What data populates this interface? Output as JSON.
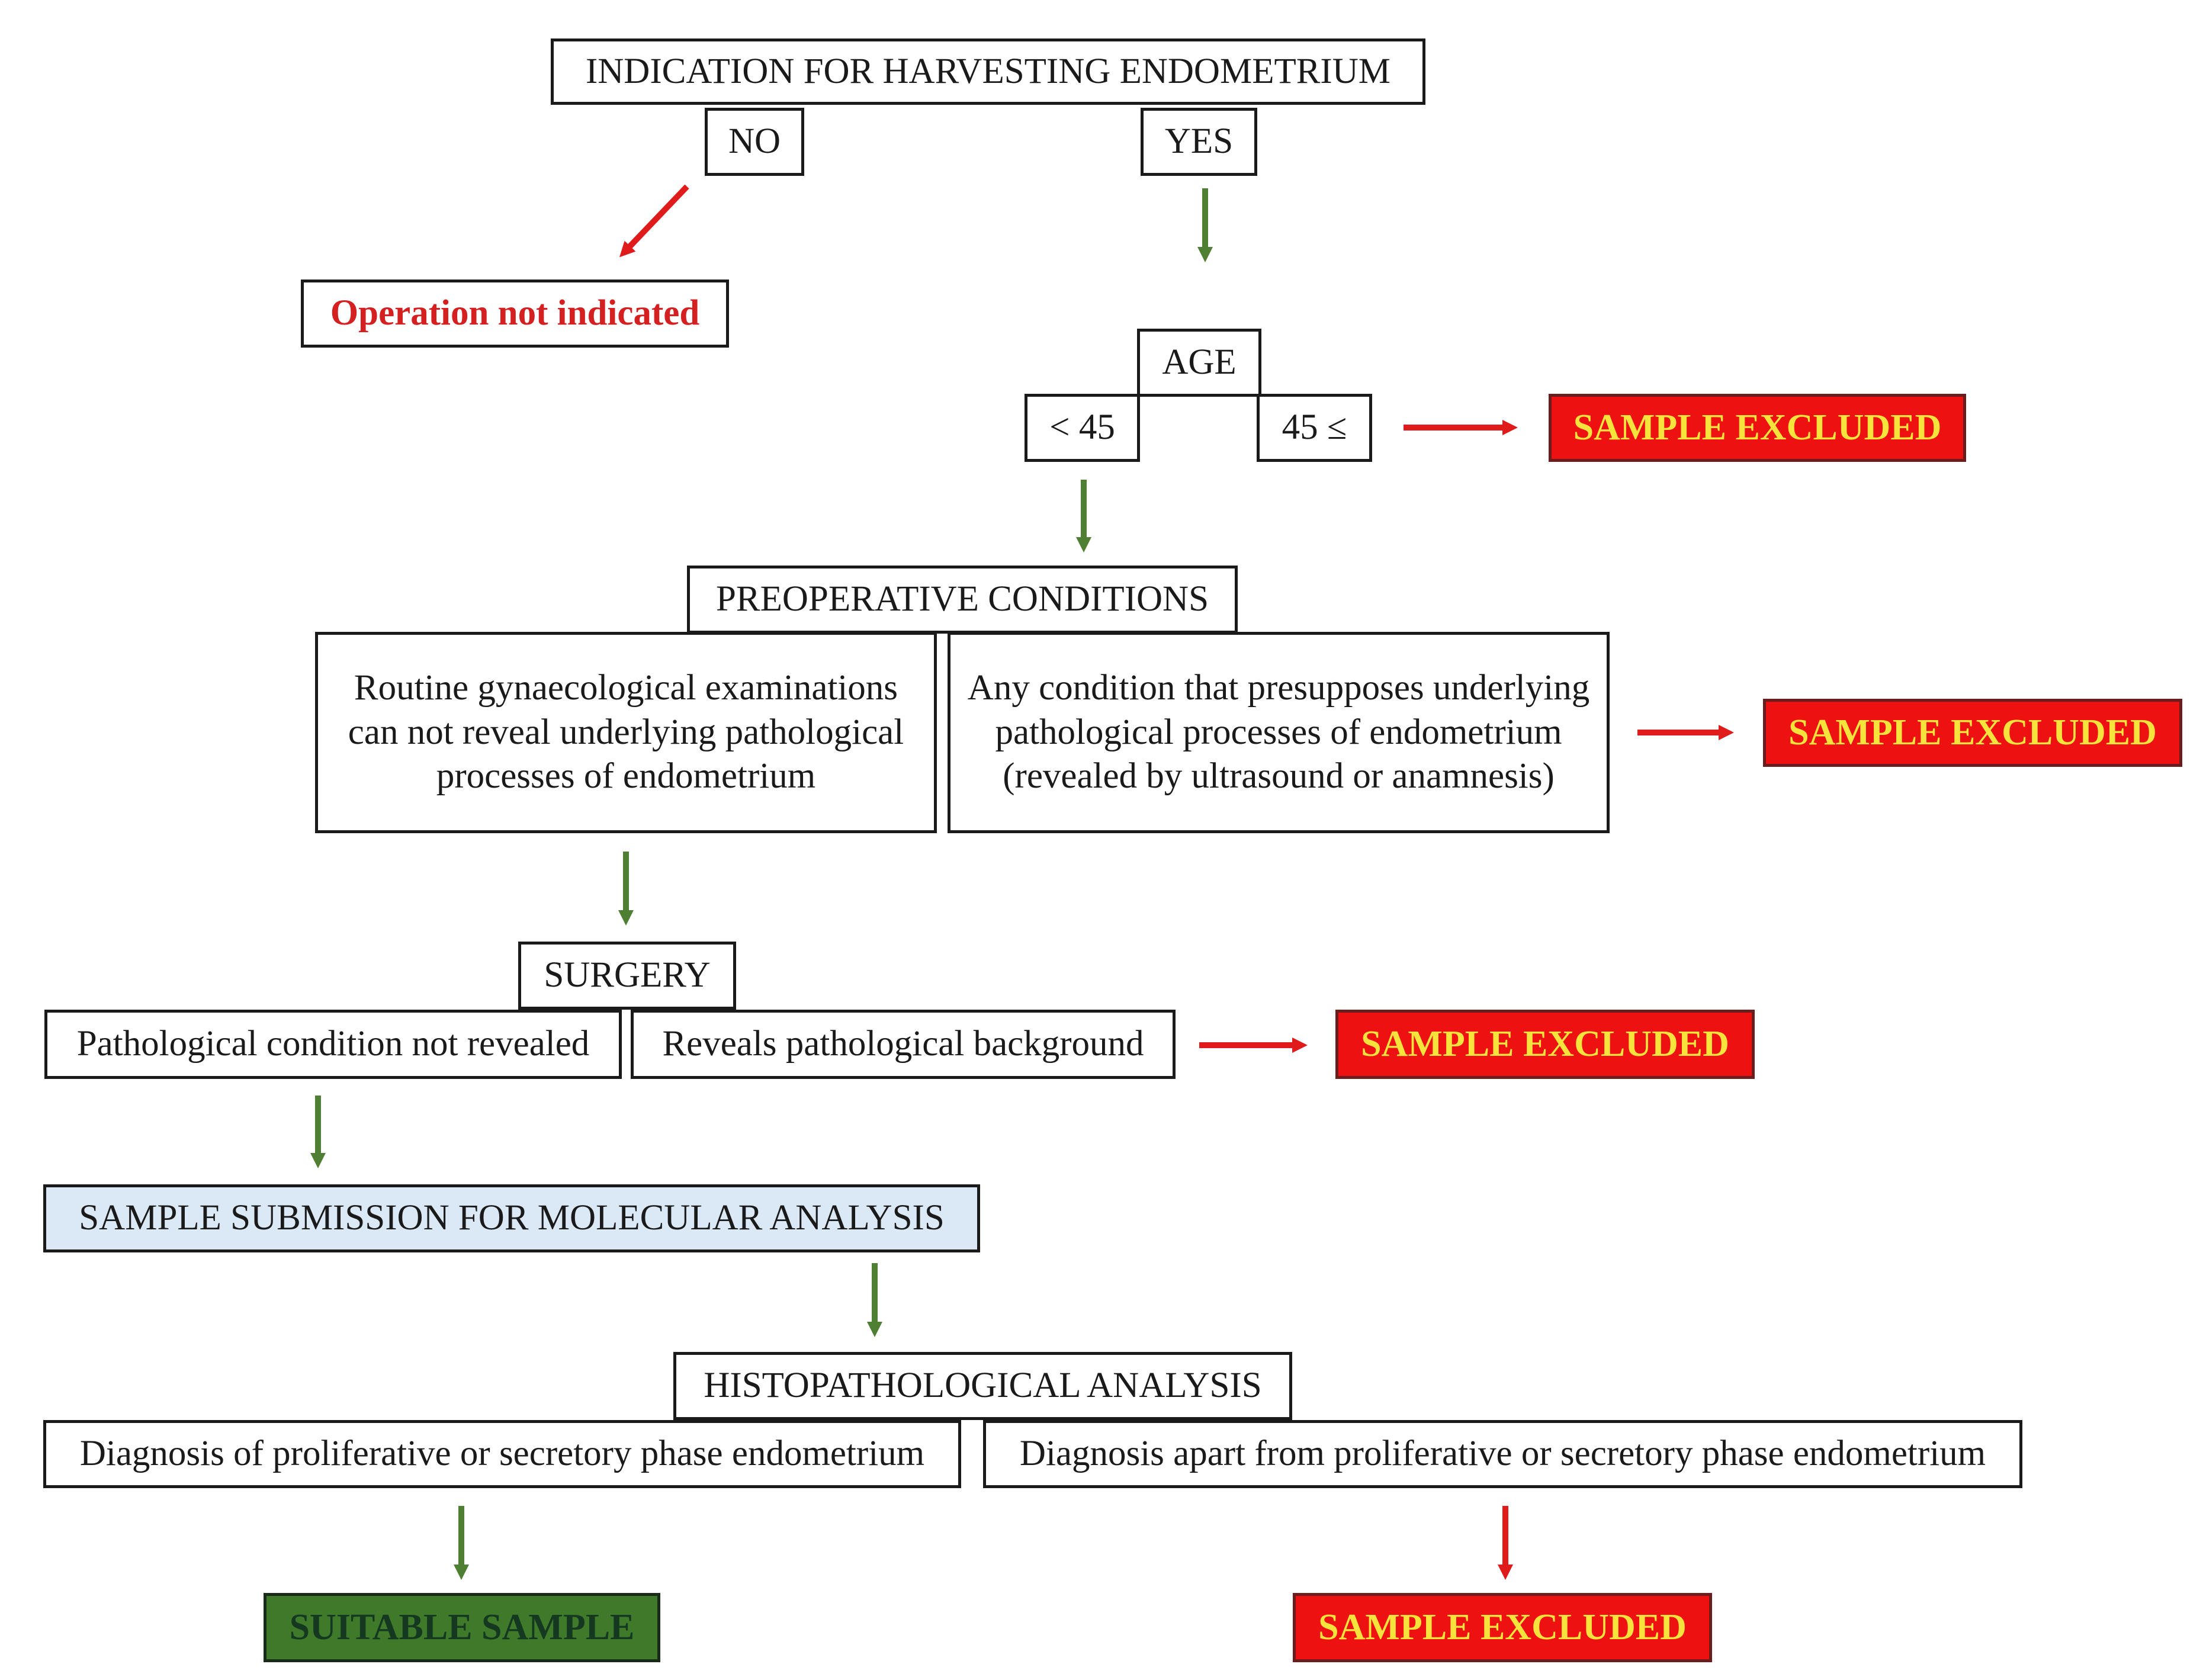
{
  "indication": {
    "title": "INDICATION FOR HARVESTING ENDOMETRIUM",
    "no": "NO",
    "yes": "YES",
    "not_indicated": "Operation not indicated"
  },
  "age": {
    "title": "AGE",
    "under": "< 45",
    "over": "45 ≤",
    "excluded": "SAMPLE EXCLUDED"
  },
  "preoperative": {
    "title": "PREOPERATIVE CONDITIONS",
    "left": "Routine gynaecological examinations can not reveal underlying pathological processes of endometrium",
    "right": "Any condition that presupposes underlying pathological processes of endometrium (revealed by ultrasound or anamnesis)",
    "excluded": "SAMPLE EXCLUDED"
  },
  "surgery": {
    "title": "SURGERY",
    "left": "Pathological condition not revealed",
    "right": "Reveals pathological background",
    "excluded": "SAMPLE EXCLUDED"
  },
  "submission": {
    "title": "SAMPLE SUBMISSION FOR MOLECULAR ANALYSIS"
  },
  "histo": {
    "title": "HISTOPATHOLOGICAL ANALYSIS",
    "left": "Diagnosis of proliferative or secretory phase endometrium",
    "right": "Diagnosis apart from proliferative or secretory phase endometrium",
    "suitable": "SUITABLE SAMPLE",
    "excluded": "SAMPLE EXCLUDED"
  },
  "colors": {
    "green_arrow": "#4e7f33",
    "red_arrow": "#e01b1b",
    "excluded_fill": "#ee1111",
    "excluded_text": "#f6e33b",
    "suitable_fill": "#3f7a2a",
    "submission_fill": "#dbe8f5"
  }
}
